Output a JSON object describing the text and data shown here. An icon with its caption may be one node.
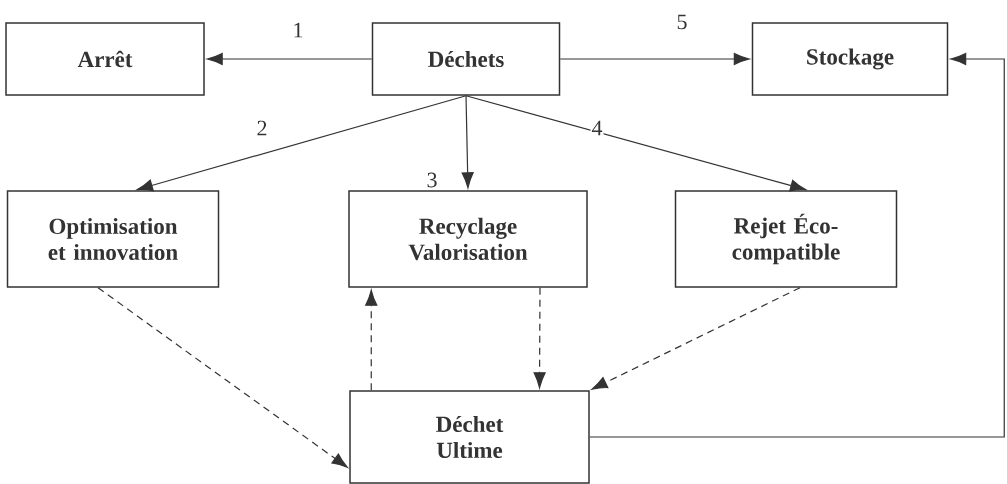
{
  "diagram": {
    "nodes": [
      {
        "text": [
          "Arrêt"
        ]
      },
      {
        "text": [
          "Déchets"
        ]
      },
      {
        "text": [
          "Stockage"
        ]
      },
      {
        "text": [
          "Optimisation et innovation"
        ]
      },
      {
        "text": [
          "Recyclage Valorisation"
        ]
      },
      {
        "text": [
          "Rejet Éco-compatible"
        ]
      },
      {
        "text": [
          "Déchet Ultime"
        ]
      }
    ],
    "edges": [
      {
        "from": 1,
        "to": 0,
        "arrow": "to",
        "label": "1"
      },
      {
        "from": 1,
        "to": 3,
        "arrow": "to",
        "label": "2"
      },
      {
        "from": 1,
        "to": 4,
        "arrow": "to",
        "label": "3"
      },
      {
        "from": 1,
        "to": 5,
        "arrow": "to",
        "label": "4"
      },
      {
        "from": 1,
        "to": 2,
        "arrow": "to",
        "label": "5"
      },
      {
        "from": 3,
        "to": 6,
        "arrow": "to",
        "style": "dashed"
      },
      {
        "from": 6,
        "to": 4,
        "arrow": "to",
        "style": "dashed"
      },
      {
        "from": 4,
        "to": 6,
        "arrow": "to",
        "style": "dashed"
      },
      {
        "from": 5,
        "to": 6,
        "arrow": "to",
        "style": "dashed"
      },
      {
        "from": 6,
        "to": 2,
        "arrow": "to"
      }
    ]
  }
}
